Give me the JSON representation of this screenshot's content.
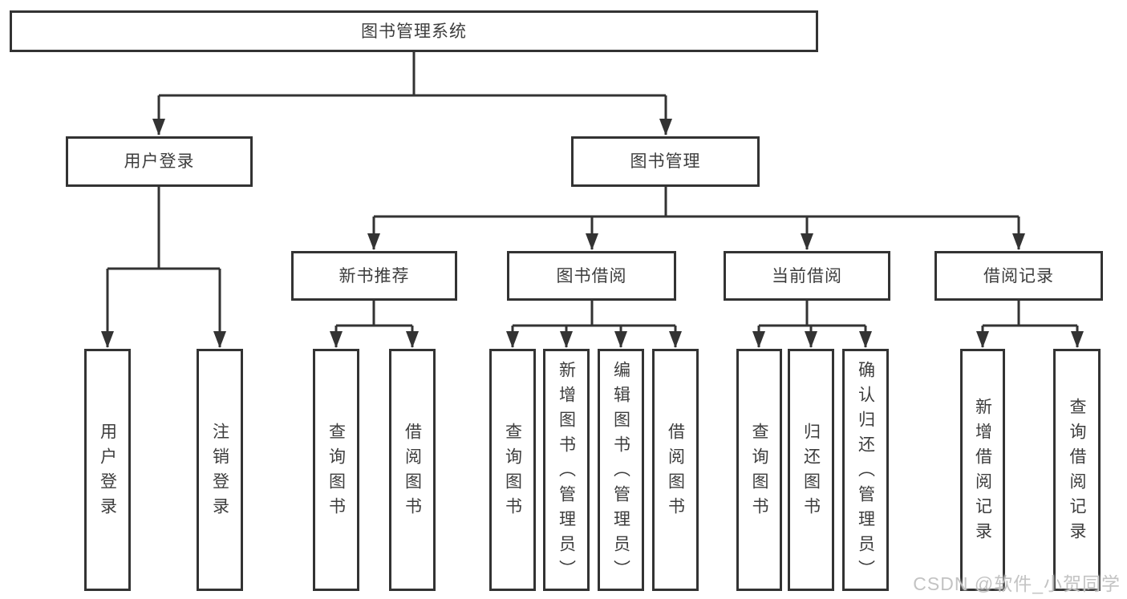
{
  "diagram_type": "hierarchy-tree",
  "colors": {
    "line": "#333333",
    "box_border": "#333333",
    "box_fill": "#ffffff",
    "text": "#3d3d3d",
    "watermark": "#c3c3c3",
    "background": "#ffffff"
  },
  "tree": {
    "label": "图书管理系统",
    "children": [
      {
        "label": "用户登录",
        "children": [
          {
            "label": "用户登录"
          },
          {
            "label": "注销登录"
          }
        ]
      },
      {
        "label": "图书管理",
        "children": [
          {
            "label": "新书推荐",
            "children": [
              {
                "label": "查询图书"
              },
              {
                "label": "借阅图书"
              }
            ]
          },
          {
            "label": "图书借阅",
            "children": [
              {
                "label": "查询图书"
              },
              {
                "label": "新增图书（管理员）"
              },
              {
                "label": "编辑图书（管理员）"
              },
              {
                "label": "借阅图书"
              }
            ]
          },
          {
            "label": "当前借阅",
            "children": [
              {
                "label": "查询图书"
              },
              {
                "label": "归还图书"
              },
              {
                "label": "确认归还（管理员）"
              }
            ]
          },
          {
            "label": "借阅记录",
            "children": [
              {
                "label": "新增借阅记录"
              },
              {
                "label": "查询借阅记录"
              }
            ]
          }
        ]
      }
    ]
  },
  "watermark": {
    "text": "CSDN @软件_小贺同学"
  }
}
